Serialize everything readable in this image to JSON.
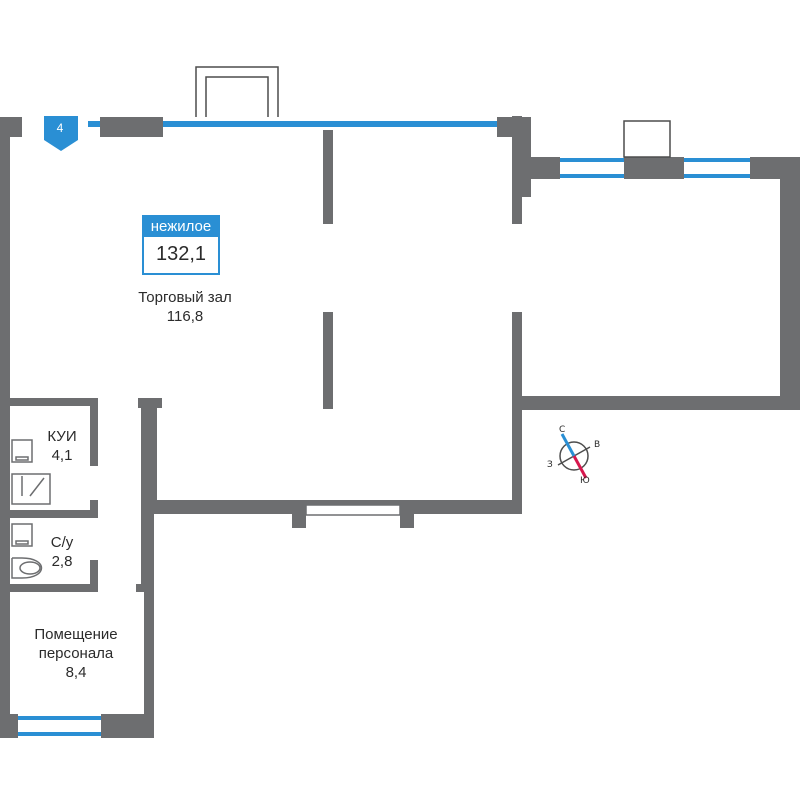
{
  "colors": {
    "wall": "#6d6e70",
    "window": "#2a8fd4",
    "badge": "#2a8fd4",
    "compass_north": "#2a8fd4",
    "compass_south": "#d6174d"
  },
  "floor_tag": {
    "number": "4"
  },
  "badge": {
    "type": "нежилое",
    "area": "132,1"
  },
  "rooms": {
    "sales_hall": {
      "name": "Торговый зал",
      "area": "116,8"
    },
    "kui": {
      "name": "КУИ",
      "area": "4,1"
    },
    "wc": {
      "name": "С/у",
      "area": "2,8"
    },
    "staff": {
      "name_line1": "Помещение",
      "name_line2": "персонала",
      "area": "8,4"
    }
  },
  "compass": {
    "north": "С",
    "east": "В",
    "south": "Ю",
    "west": "З"
  },
  "icons": [
    "shower-icon",
    "sink-icon",
    "toilet-icon"
  ]
}
